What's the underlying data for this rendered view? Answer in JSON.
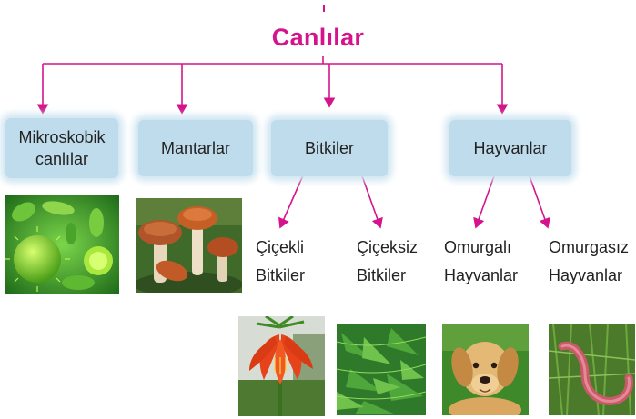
{
  "title": "Canlılar",
  "categories": {
    "mikro": {
      "line1": "Mikroskobik",
      "line2": "canlılar"
    },
    "mantar": {
      "label": "Mantarlar"
    },
    "bitki": {
      "label": "Bitkiler"
    },
    "hayvan": {
      "label": "Hayvanlar"
    }
  },
  "subcategories": {
    "cicekli": {
      "line1": "Çiçekli",
      "line2": "Bitkiler"
    },
    "ciceksiz": {
      "line1": "Çiçeksiz",
      "line2": "Bitkiler"
    },
    "omurgali": {
      "line1": "Omurgalı",
      "line2": "Hayvanlar"
    },
    "omurgasiz": {
      "line1": "Omurgasız",
      "line2": "Hayvanlar"
    }
  },
  "colors": {
    "accent": "#d4148c",
    "box": "#bfdcec",
    "text": "#222222"
  }
}
